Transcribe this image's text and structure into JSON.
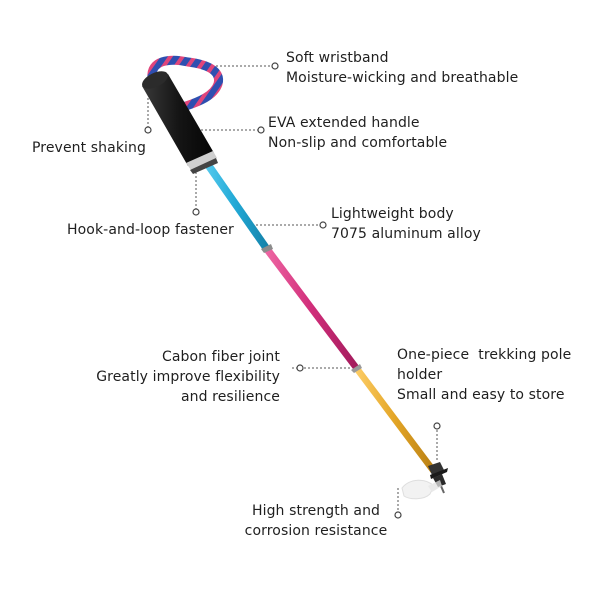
{
  "product": {
    "colors": {
      "handle": "#1c1c1c",
      "strap_a": "#2f4fb0",
      "strap_b": "#e0457b",
      "section_top": "#22a9d6",
      "section_middle": "#d12e7a",
      "section_bottom": "#e3a526",
      "leader_line": "#555555"
    }
  },
  "callouts": {
    "wristband": {
      "title": "Soft wristband",
      "detail": "Moisture-wicking and breathable"
    },
    "handle": {
      "title": "EVA extended handle",
      "detail": "Non-slip and comfortable"
    },
    "shaking": {
      "title": "Prevent shaking"
    },
    "fastener": {
      "title": "Hook-and-loop fastener"
    },
    "body": {
      "title": "Lightweight body",
      "detail": "7075 aluminum alloy"
    },
    "joint": {
      "title": "Cabon fiber joint",
      "detail_1": "Greatly improve flexibility",
      "detail_2": "and resilience"
    },
    "onepiece": {
      "title": "One-piece  trekking pole",
      "detail_1": "holder",
      "detail_2": "Small and easy to store"
    },
    "tip": {
      "title": "High strength and",
      "detail": "corrosion resistance"
    }
  }
}
